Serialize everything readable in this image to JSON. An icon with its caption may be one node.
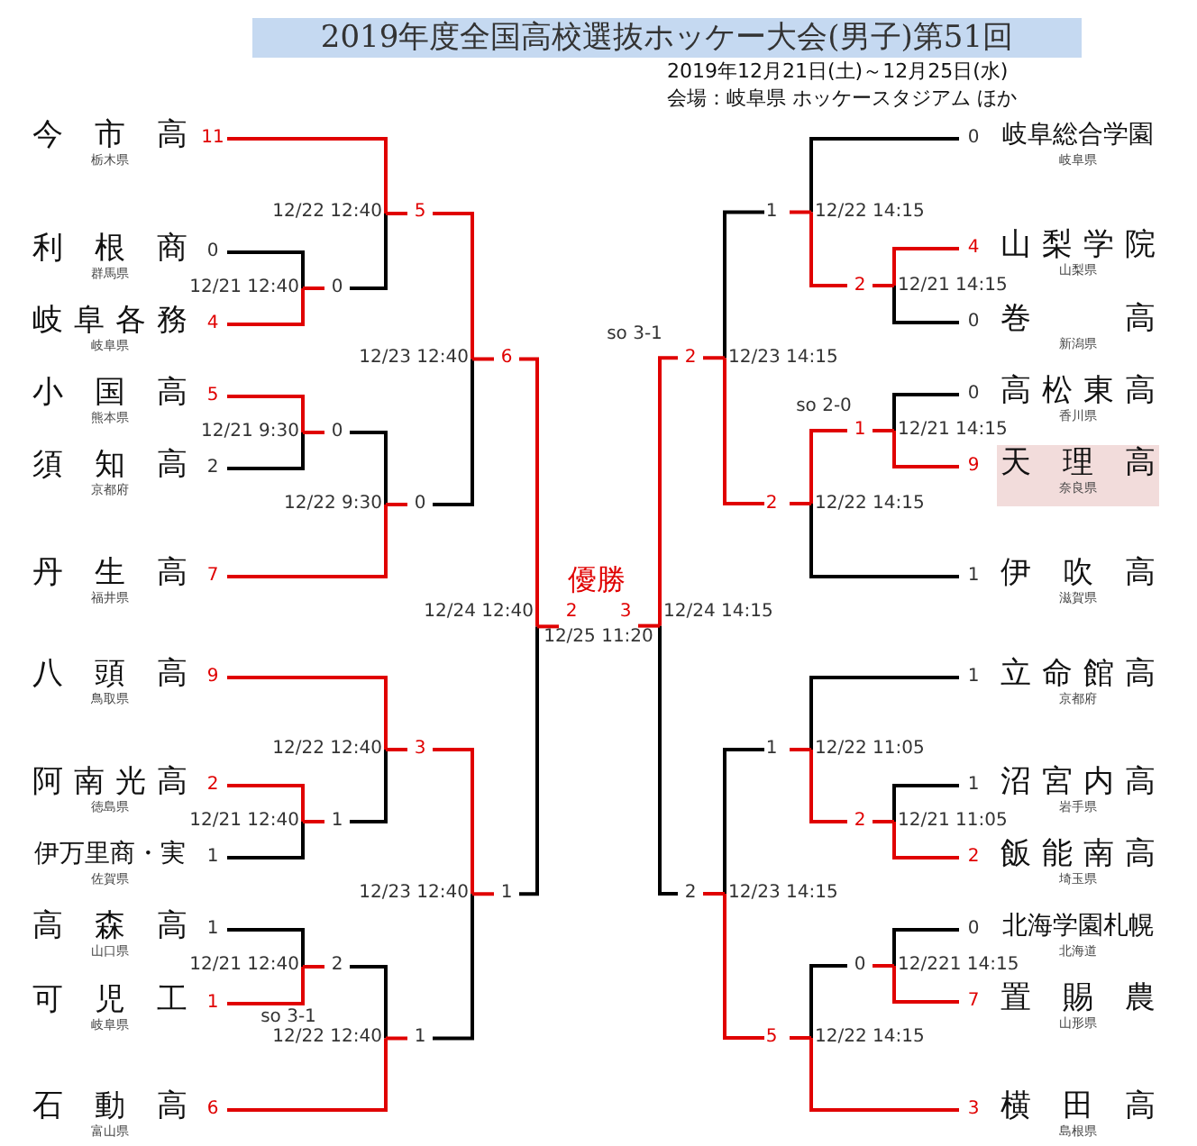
{
  "diagram": {
    "title": "2019年度全国高校選抜ホッケー大会(男子)第51回",
    "nodes": [
      {
        "text": [
          "今市高"
        ],
        "beside": [
          "栃木県"
        ]
      },
      {
        "text": [
          "利根商"
        ],
        "beside": [
          "群馬県"
        ]
      },
      {
        "text": [
          "岐阜各務"
        ],
        "beside": [
          "岐阜県"
        ]
      },
      {
        "text": [
          "小国高"
        ],
        "beside": [
          "熊本県"
        ]
      },
      {
        "text": [
          "須知高"
        ],
        "beside": [
          "京都府"
        ]
      },
      {
        "text": [
          "丹生高"
        ],
        "beside": [
          "福井県"
        ]
      },
      {
        "text": [
          "八頭高"
        ],
        "beside": [
          "鳥取県"
        ]
      },
      {
        "text": [
          "阿南光高"
        ],
        "beside": [
          "徳島県"
        ]
      },
      {
        "text": [
          "伊万里商・実"
        ],
        "beside": [
          "佐賀県"
        ]
      },
      {
        "text": [
          "高森高"
        ],
        "beside": [
          "山口県"
        ]
      },
      {
        "text": [
          "可児工"
        ],
        "beside": [
          "岐阜県"
        ]
      },
      {
        "text": [
          "石動高"
        ],
        "beside": [
          "富山県"
        ]
      },
      {
        "text": [
          "岐阜総合学園"
        ],
        "beside": [
          "岐阜県"
        ]
      },
      {
        "text": [
          "山梨学院"
        ],
        "beside": [
          "山梨県"
        ]
      },
      {
        "text": [
          "巻高"
        ],
        "beside": [
          "新潟県"
        ]
      },
      {
        "text": [
          "高松東高"
        ],
        "beside": [
          "香川県"
        ]
      },
      {
        "text": [
          "天理高",
          "奈良県"
        ]
      },
      {
        "text": [
          "伊吹高"
        ],
        "beside": [
          "滋賀県"
        ]
      },
      {
        "text": [
          "立命館高"
        ],
        "beside": [
          "京都府"
        ]
      },
      {
        "text": [
          "沼宮内高"
        ],
        "beside": [
          "岩手県"
        ]
      },
      {
        "text": [
          "飯能南高"
        ],
        "beside": [
          "埼玉県"
        ]
      },
      {
        "text": [
          "北海学園札幌"
        ],
        "beside": [
          "北海道"
        ]
      },
      {
        "text": [
          "置賜農"
        ],
        "beside": [
          "山形県"
        ]
      },
      {
        "text": [
          "横田高"
        ],
        "beside": [
          "島根県"
        ]
      }
    ],
    "labels": [
      "2019年12月21日(土)～12月25日(水)",
      "会場：岐阜県 ホッケースタジアム ほか",
      "11",
      "0",
      "12/22 12:40",
      "5",
      "1",
      "12/22 14:15",
      "0",
      "4",
      "12/21 12:40",
      "0",
      "2",
      "12/21 14:15",
      "4",
      "0",
      "so 3-1",
      "12/23 12:40",
      "6",
      "2",
      "12/23 14:15",
      "5",
      "0",
      "so 2-0",
      "12/21 9:30",
      "0",
      "1",
      "12/21 14:15",
      "2",
      "9",
      "12/22 9:30",
      "0",
      "2",
      "12/22 14:15",
      "7",
      "1",
      "優勝",
      "12/24 12:40",
      "2",
      "3",
      "12/24 14:15",
      "12/25 11:20",
      "9",
      "1",
      "12/22 12:40",
      "3",
      "1",
      "12/22 11:05",
      "2",
      "1",
      "12/21 12:40",
      "1",
      "2",
      "12/21 11:05",
      "1",
      "2",
      "12/23 12:40",
      "1",
      "2",
      "12/23 14:15",
      "1",
      "0",
      "12/21 12:40",
      "2",
      "0",
      "12/221 14:15",
      "1",
      "7",
      "so 3-1",
      "12/22 12:40",
      "1",
      "5",
      "12/22 14:15",
      "6",
      "3"
    ]
  }
}
